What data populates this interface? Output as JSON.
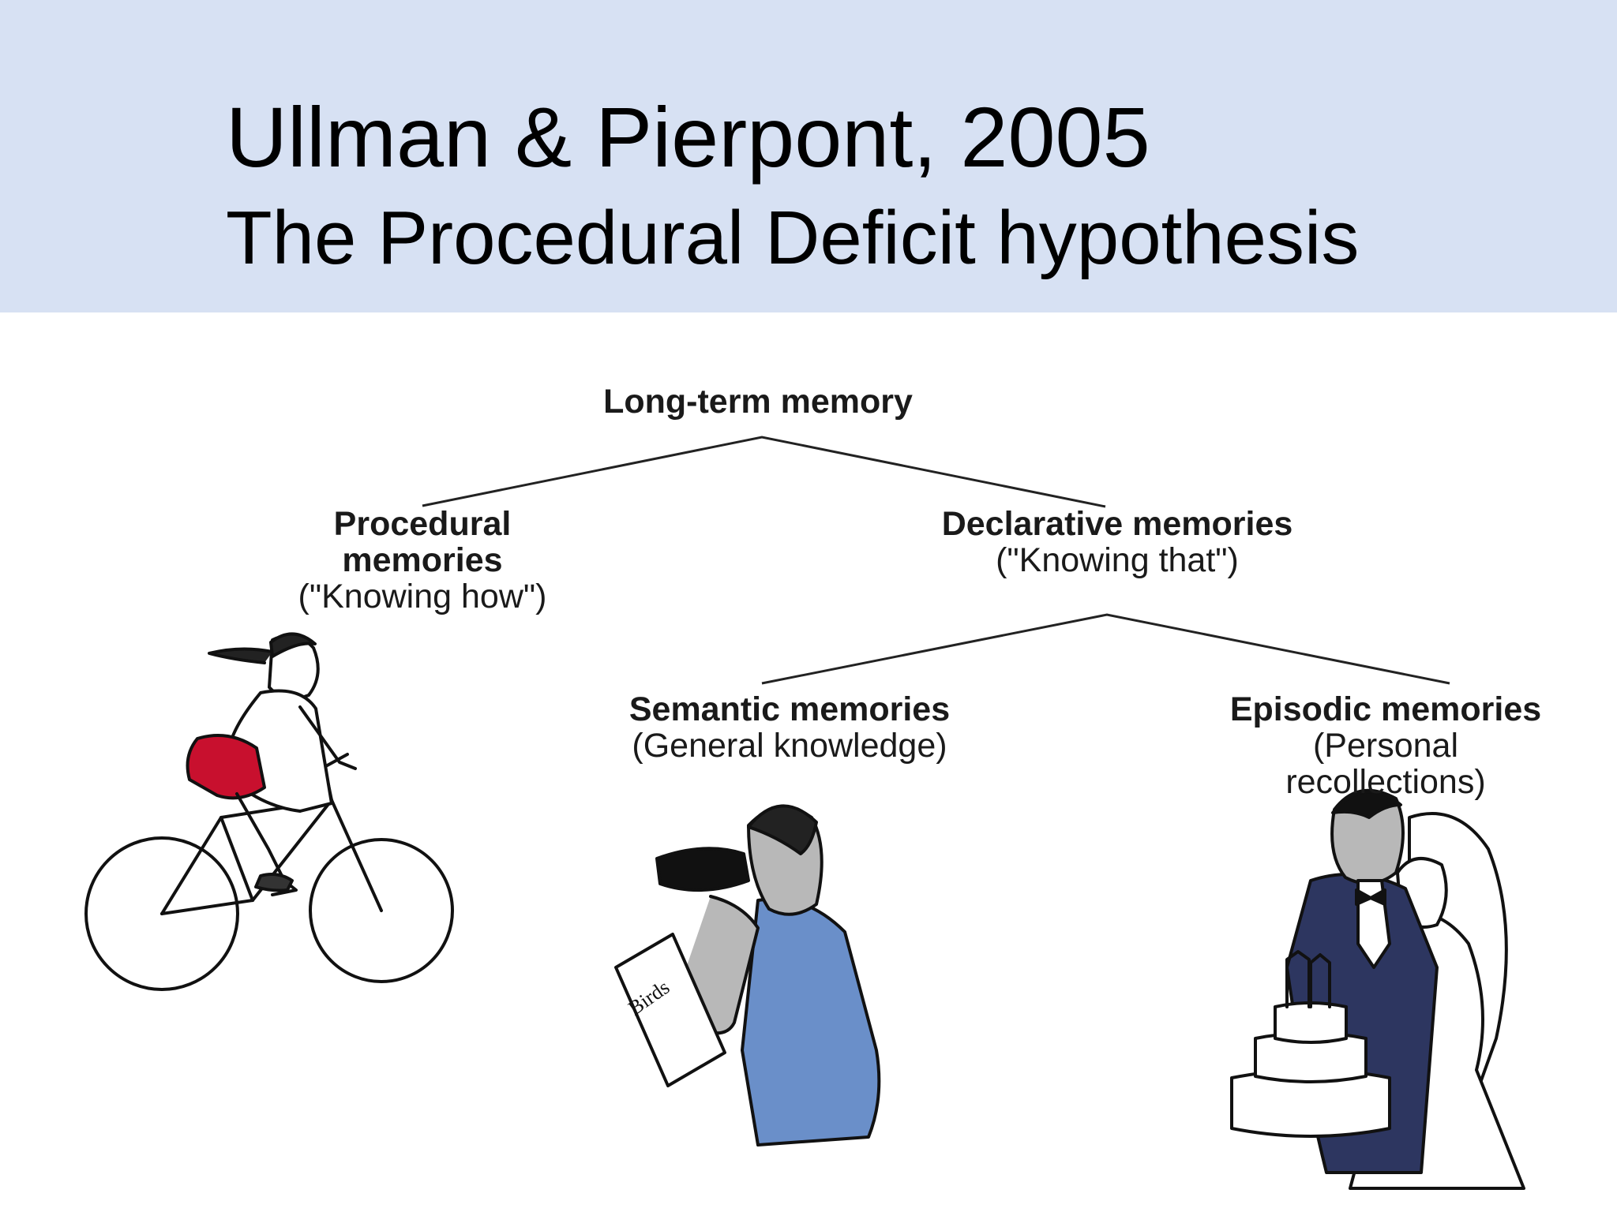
{
  "header": {
    "title": "Ullman & Pierpont, 2005",
    "subtitle": "The Procedural Deficit hypothesis"
  },
  "tree": {
    "root": "Long-term memory",
    "procedural": {
      "line1": "Procedural",
      "line2": "memories",
      "desc": "(\"Knowing how\")"
    },
    "declarative": {
      "line1": "Declarative memories",
      "desc": "(\"Knowing that\")"
    },
    "semantic": {
      "line1": "Semantic memories",
      "desc": "(General knowledge)"
    },
    "episodic": {
      "line1": "Episodic memories",
      "desc1": "(Personal",
      "desc2": "recollections)"
    }
  },
  "illustrations": {
    "cyclist": "cyclist-illustration",
    "birdwatcher": "birdwatcher-illustration",
    "book_text": "Birds",
    "wedding": "wedding-couple-illustration"
  },
  "colors": {
    "header_bg": "#d7e1f3",
    "shorts_red": "#c8102e",
    "shirt_blue": "#6a8fc9",
    "suit_navy": "#2d3660",
    "skin_gray": "#b8b8b8"
  }
}
